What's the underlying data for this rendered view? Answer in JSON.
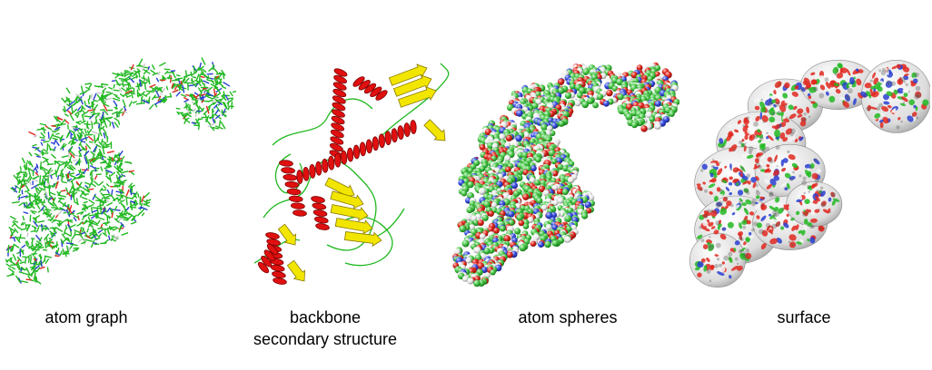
{
  "panels": [
    {
      "caption": "atom graph",
      "style": "sticks"
    },
    {
      "caption": "backbone\nsecondary structure",
      "style": "cartoon"
    },
    {
      "caption": "atom spheres",
      "style": "spheres"
    },
    {
      "caption": "surface",
      "style": "surface"
    }
  ],
  "colors": {
    "carbon": "#22b822",
    "nitrogen": "#2a3fd1",
    "oxygen": "#e0281f",
    "helix": "#e01010",
    "sheet": "#f2e600",
    "loop": "#1fb81f",
    "surface_base": "#e8e8e8"
  },
  "icons": [
    "protein-sticks-render",
    "protein-cartoon-render",
    "protein-spheres-render",
    "protein-surface-render"
  ]
}
